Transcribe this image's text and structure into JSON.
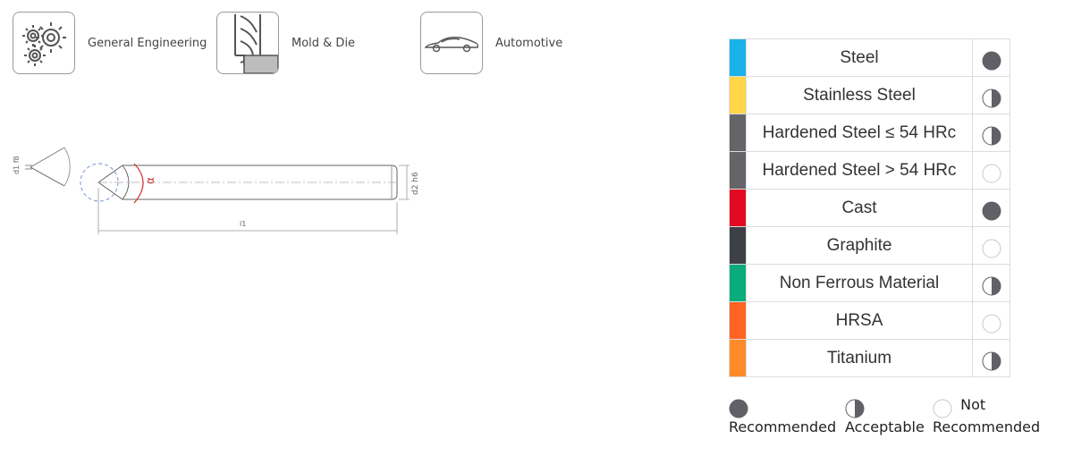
{
  "industries": [
    {
      "label": "General Engineering",
      "icon": "gears-icon"
    },
    {
      "label": "Mold & Die",
      "icon": "mold-die-icon"
    },
    {
      "label": "Automotive",
      "icon": "car-icon"
    }
  ],
  "drawing": {
    "d1_label": "d1 f8",
    "d2_label": "d2 h6",
    "l1_label": "l1",
    "alpha_label": "α"
  },
  "materials": [
    {
      "name": "Steel",
      "color": "#1ab2e8",
      "rating": "recommended"
    },
    {
      "name": "Stainless Steel",
      "color": "#ffd54a",
      "rating": "acceptable"
    },
    {
      "name": "Hardened Steel ≤ 54 HRc",
      "color": "#646569",
      "rating": "acceptable"
    },
    {
      "name": "Hardened Steel > 54 HRc",
      "color": "#646569",
      "rating": "not-recommended"
    },
    {
      "name": "Cast",
      "color": "#e20a22",
      "rating": "recommended"
    },
    {
      "name": "Graphite",
      "color": "#3e4047",
      "rating": "not-recommended"
    },
    {
      "name": "Non Ferrous Material",
      "color": "#0aab7d",
      "rating": "acceptable"
    },
    {
      "name": "HRSA",
      "color": "#ff6324",
      "rating": "not-recommended"
    },
    {
      "name": "Titanium",
      "color": "#ff8a2a",
      "rating": "acceptable"
    }
  ],
  "legend": {
    "recommended": "Recommended",
    "acceptable": "Acceptable",
    "not_prefix": "Not",
    "not_suffix": "Recommended"
  }
}
